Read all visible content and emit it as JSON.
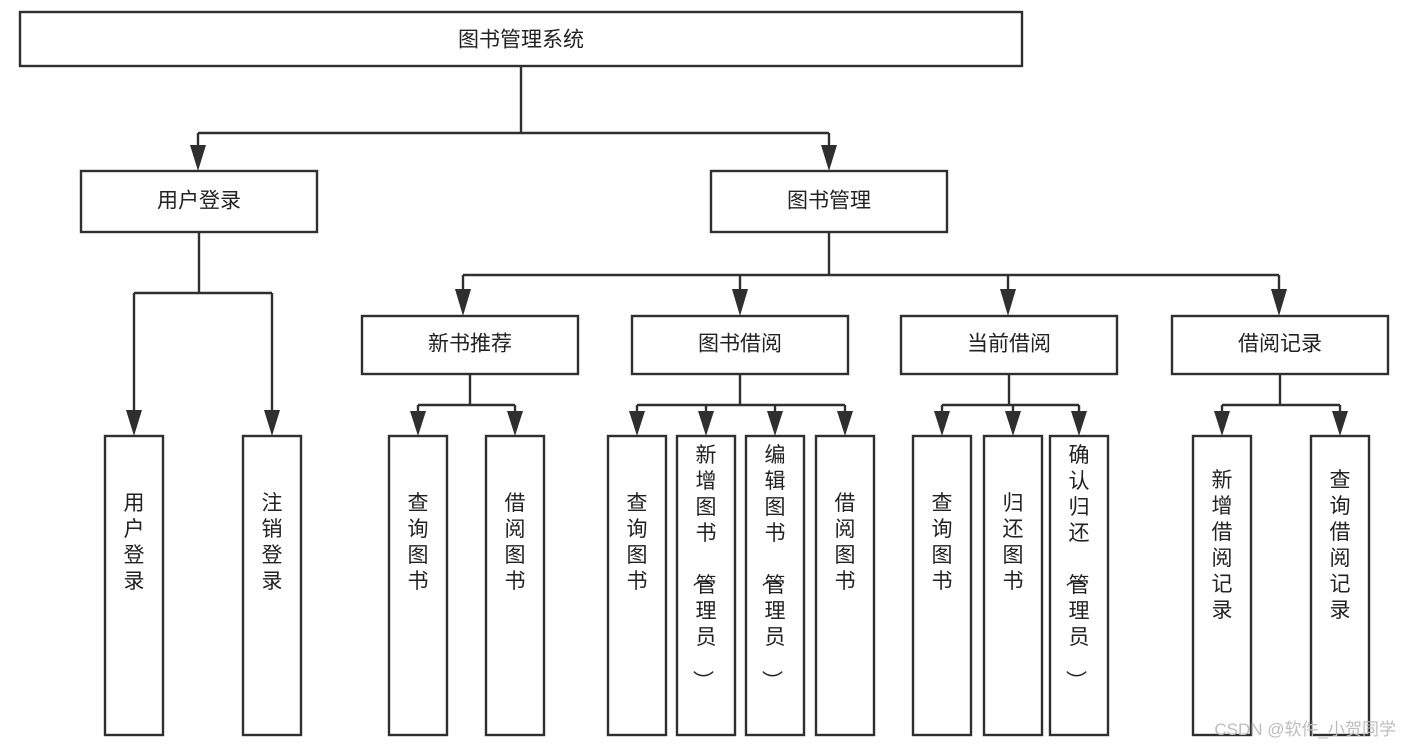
{
  "diagram": {
    "type": "tree",
    "title": "图书管理系统",
    "root": {
      "id": "root",
      "label": "图书管理系统"
    },
    "level1": [
      {
        "id": "user-login",
        "label": "用户登录"
      },
      {
        "id": "book-manage",
        "label": "图书管理"
      }
    ],
    "level2": [
      {
        "id": "new-book-recommend",
        "label": "新书推荐",
        "parent": "book-manage"
      },
      {
        "id": "book-borrow",
        "label": "图书借阅",
        "parent": "book-manage"
      },
      {
        "id": "current-borrow",
        "label": "当前借阅",
        "parent": "book-manage"
      },
      {
        "id": "borrow-record",
        "label": "借阅记录",
        "parent": "book-manage"
      }
    ],
    "leaves": {
      "user-login": [
        {
          "id": "leaf-user-login",
          "label": "用户登录"
        },
        {
          "id": "leaf-logout",
          "label": "注销登录"
        }
      ],
      "new-book-recommend": [
        {
          "id": "leaf-query-book-1",
          "label": "查询图书"
        },
        {
          "id": "leaf-borrow-book-1",
          "label": "借阅图书"
        }
      ],
      "book-borrow": [
        {
          "id": "leaf-query-book-2",
          "label": "查询图书"
        },
        {
          "id": "leaf-add-book",
          "label": "新增图书（管理员）"
        },
        {
          "id": "leaf-edit-book",
          "label": "编辑图书（管理员）"
        },
        {
          "id": "leaf-borrow-book-2",
          "label": "借阅图书"
        }
      ],
      "current-borrow": [
        {
          "id": "leaf-query-book-3",
          "label": "查询图书"
        },
        {
          "id": "leaf-return-book",
          "label": "归还图书"
        },
        {
          "id": "leaf-confirm-return",
          "label": "确认归还（管理员）"
        }
      ],
      "borrow-record": [
        {
          "id": "leaf-add-record",
          "label": "新增借阅记录"
        },
        {
          "id": "leaf-query-record",
          "label": "查询借阅记录"
        }
      ]
    },
    "colors": {
      "box_stroke": "#2f2f2f",
      "box_fill": "#ffffff",
      "text": "#222222",
      "background": "#ffffff",
      "watermark": "#bdbdbd"
    }
  },
  "watermark": {
    "text": "CSDN @软件_小贺同学"
  }
}
